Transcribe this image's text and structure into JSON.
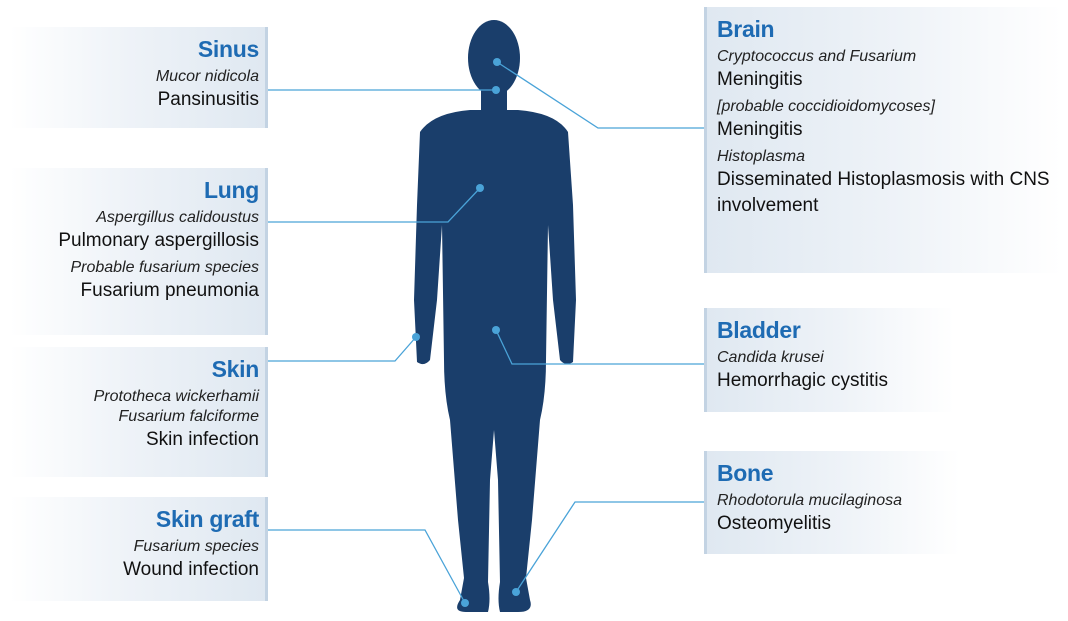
{
  "colors": {
    "figure": "#1a3e6b",
    "accent": "#1e6bb3",
    "line": "#4aa3d8"
  },
  "panels": {
    "sinus": {
      "title": "Sinus",
      "entries": [
        {
          "organism": "Mucor nidicola",
          "condition": "Pansinusitis"
        }
      ]
    },
    "lung": {
      "title": "Lung",
      "entries": [
        {
          "organism": "Aspergillus calidoustus",
          "condition": "Pulmonary aspergillosis"
        },
        {
          "organism": "Probable fusarium species",
          "condition": "Fusarium pneumonia"
        }
      ]
    },
    "skin": {
      "title": "Skin",
      "organisms": [
        "Prototheca wickerhamii",
        "Fusarium falciforme"
      ],
      "condition": "Skin infection"
    },
    "skin_graft": {
      "title": "Skin graft",
      "entries": [
        {
          "organism": "Fusarium species",
          "condition": "Wound infection"
        }
      ]
    },
    "brain": {
      "title": "Brain",
      "entries": [
        {
          "organism": "Cryptococcus and Fusarium",
          "condition": "Meningitis"
        },
        {
          "organism": "[probable coccidioidomycoses]",
          "condition": "Meningitis"
        },
        {
          "organism": "Histoplasma",
          "condition": "Disseminated Histoplasmosis with CNS involvement"
        }
      ]
    },
    "bladder": {
      "title": "Bladder",
      "entries": [
        {
          "organism": "Candida krusei",
          "condition": "Hemorrhagic cystitis"
        }
      ]
    },
    "bone": {
      "title": "Bone",
      "entries": [
        {
          "organism": "Rhodotorula mucilaginosa",
          "condition": "Osteomyelitis"
        }
      ]
    }
  }
}
